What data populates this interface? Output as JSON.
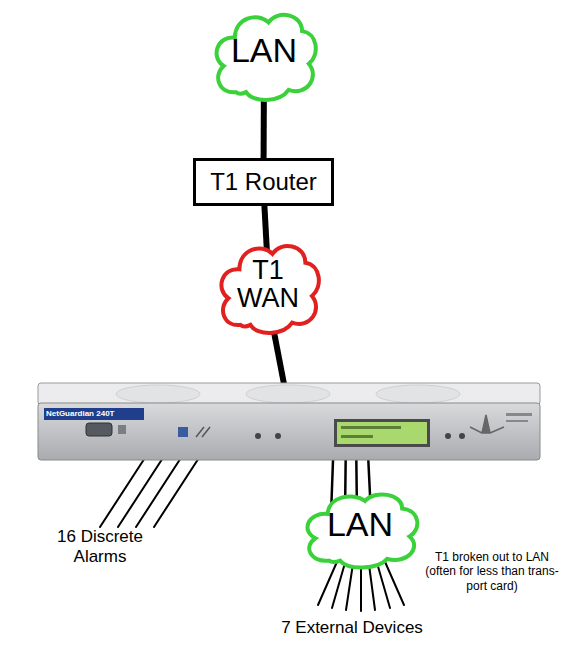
{
  "diagram": {
    "nodes": [
      {
        "text": [
          "LAN"
        ]
      },
      {
        "text": [
          "T1 Router"
        ]
      },
      {
        "text": [
          "T1 WAN"
        ]
      },
      {
        "text": [
          "NetGuardian 240T"
        ]
      },
      {
        "text": [
          "LAN"
        ]
      }
    ],
    "edges": [
      {
        "from": 0,
        "to": 1,
        "arrow": "none"
      },
      {
        "from": 1,
        "to": 2,
        "arrow": "none"
      },
      {
        "from": 2,
        "to": 3,
        "arrow": "none"
      },
      {
        "from": 3,
        "to": 4,
        "arrow": "none"
      }
    ],
    "labels": [
      "16 Discrete Alarms",
      "7 External Devices",
      "T1 broken out to LAN (often for less than trans- port card)"
    ]
  }
}
